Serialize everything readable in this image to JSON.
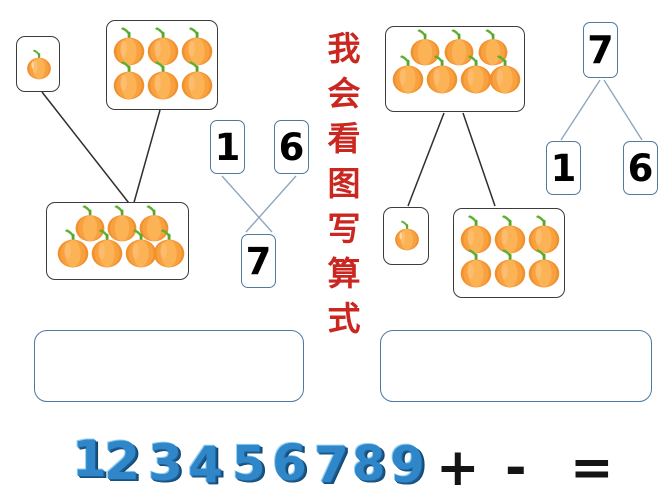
{
  "worksheet": {
    "title_vertical": "我会看图写算式",
    "title_chars": [
      "我",
      "会",
      "看",
      "图",
      "写",
      "算",
      "式"
    ],
    "title_color": "#c9271f",
    "background": "#ffffff"
  },
  "left_problem": {
    "id": "left",
    "top_left_group": {
      "label": "1 pumpkin",
      "count": 1
    },
    "top_right_group": {
      "label": "6 pumpkins",
      "count": 6
    },
    "bottom_group": {
      "label": "7 pumpkins",
      "count": 7
    },
    "number_cards": [
      {
        "value": "1",
        "role": "addend-left"
      },
      {
        "value": "6",
        "role": "addend-right"
      },
      {
        "value": "7",
        "role": "total"
      }
    ],
    "answer_box": {
      "value": "",
      "placeholder": ""
    }
  },
  "right_problem": {
    "id": "right",
    "top_group": {
      "label": "7 pumpkins",
      "count": 7
    },
    "bottom_left_group": {
      "label": "1 pumpkin",
      "count": 1
    },
    "bottom_right_group": {
      "label": "6 pumpkins",
      "count": 6
    },
    "number_cards": [
      {
        "value": "7",
        "role": "total"
      },
      {
        "value": "1",
        "role": "part-left"
      },
      {
        "value": "6",
        "role": "part-right"
      }
    ],
    "answer_box": {
      "value": "",
      "placeholder": ""
    }
  },
  "number_strip": {
    "digits": [
      "1",
      "2",
      "3",
      "4",
      "5",
      "6",
      "7",
      "8",
      "9"
    ],
    "operators": [
      "+",
      "-",
      "="
    ],
    "digit_color": "#2f86c9",
    "operator_color": "#141414"
  },
  "colors": {
    "card_border": "#51799e",
    "picture_border": "#3c3c3c",
    "answer_border": "#4d78a4",
    "connector_dark": "#333333",
    "connector_blue": "#8fa6bd",
    "title_red": "#c9271f"
  }
}
